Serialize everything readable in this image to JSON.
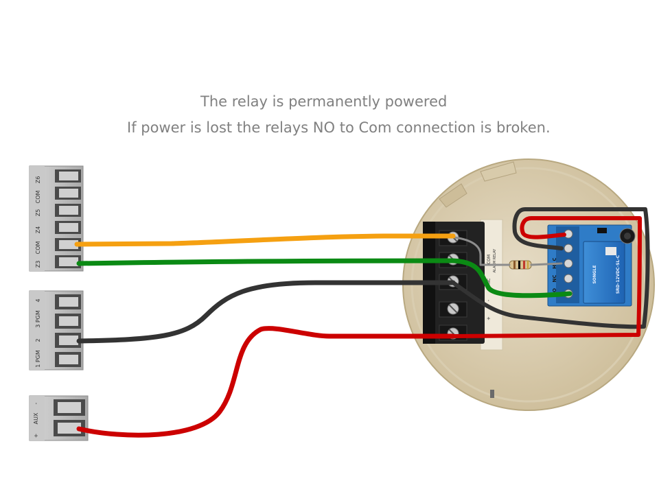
{
  "captions": {
    "line1": "The relay is permanently powered",
    "line2": "If power is lost the relays NO to Com connection is broken."
  },
  "zone_block": {
    "labels": [
      "Z6",
      "COM",
      "Z5",
      "Z4",
      "COM",
      "Z3"
    ]
  },
  "pgm_block": {
    "labels": [
      "4",
      "3 PGM",
      "2",
      "1 PGM"
    ]
  },
  "aux_block": {
    "labels": [
      "+",
      "AUX",
      "-"
    ]
  },
  "detector_terminal_labels": [
    "COM",
    "ALARM RELAY",
    "NC",
    "+",
    "-"
  ],
  "relay_module": {
    "pin_labels": [
      "C",
      "H",
      "NC",
      "NO"
    ],
    "relay_text": [
      "SONGLE",
      "SRD-12VDC-SL-C"
    ]
  },
  "wire_colors": {
    "orange": "#f5a011",
    "green": "#0b8a14",
    "black": "#333333",
    "red": "#cc0000",
    "grey": "#8c8c8c"
  }
}
